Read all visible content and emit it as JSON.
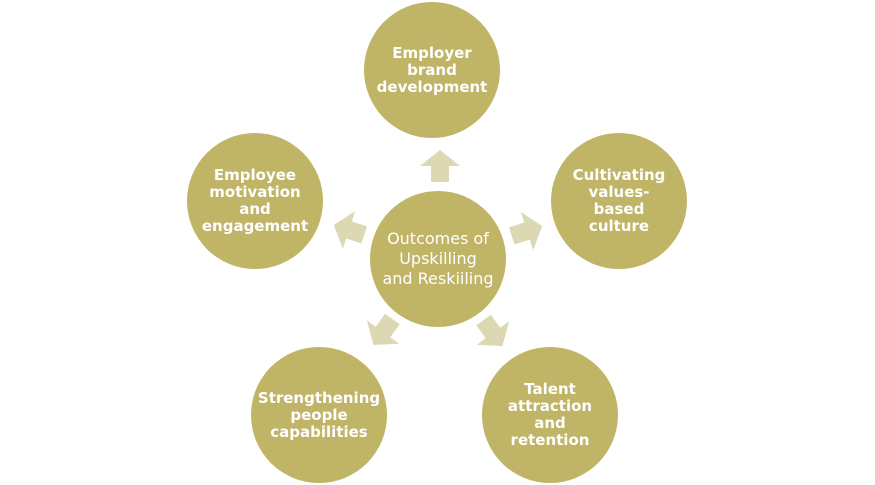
{
  "diagram": {
    "center": "Outcomes of Upskilling and Reskiiling",
    "nodes": [
      "Employer brand development",
      "Cultivating values-based culture",
      "Talent attraction and retention",
      "Strengthening people capabilities",
      "Employee motivation and engagement"
    ]
  },
  "colors": {
    "circle_fill": "#c0b467",
    "arrow_fill": "#dcd8b4",
    "text": "#ffffff"
  }
}
